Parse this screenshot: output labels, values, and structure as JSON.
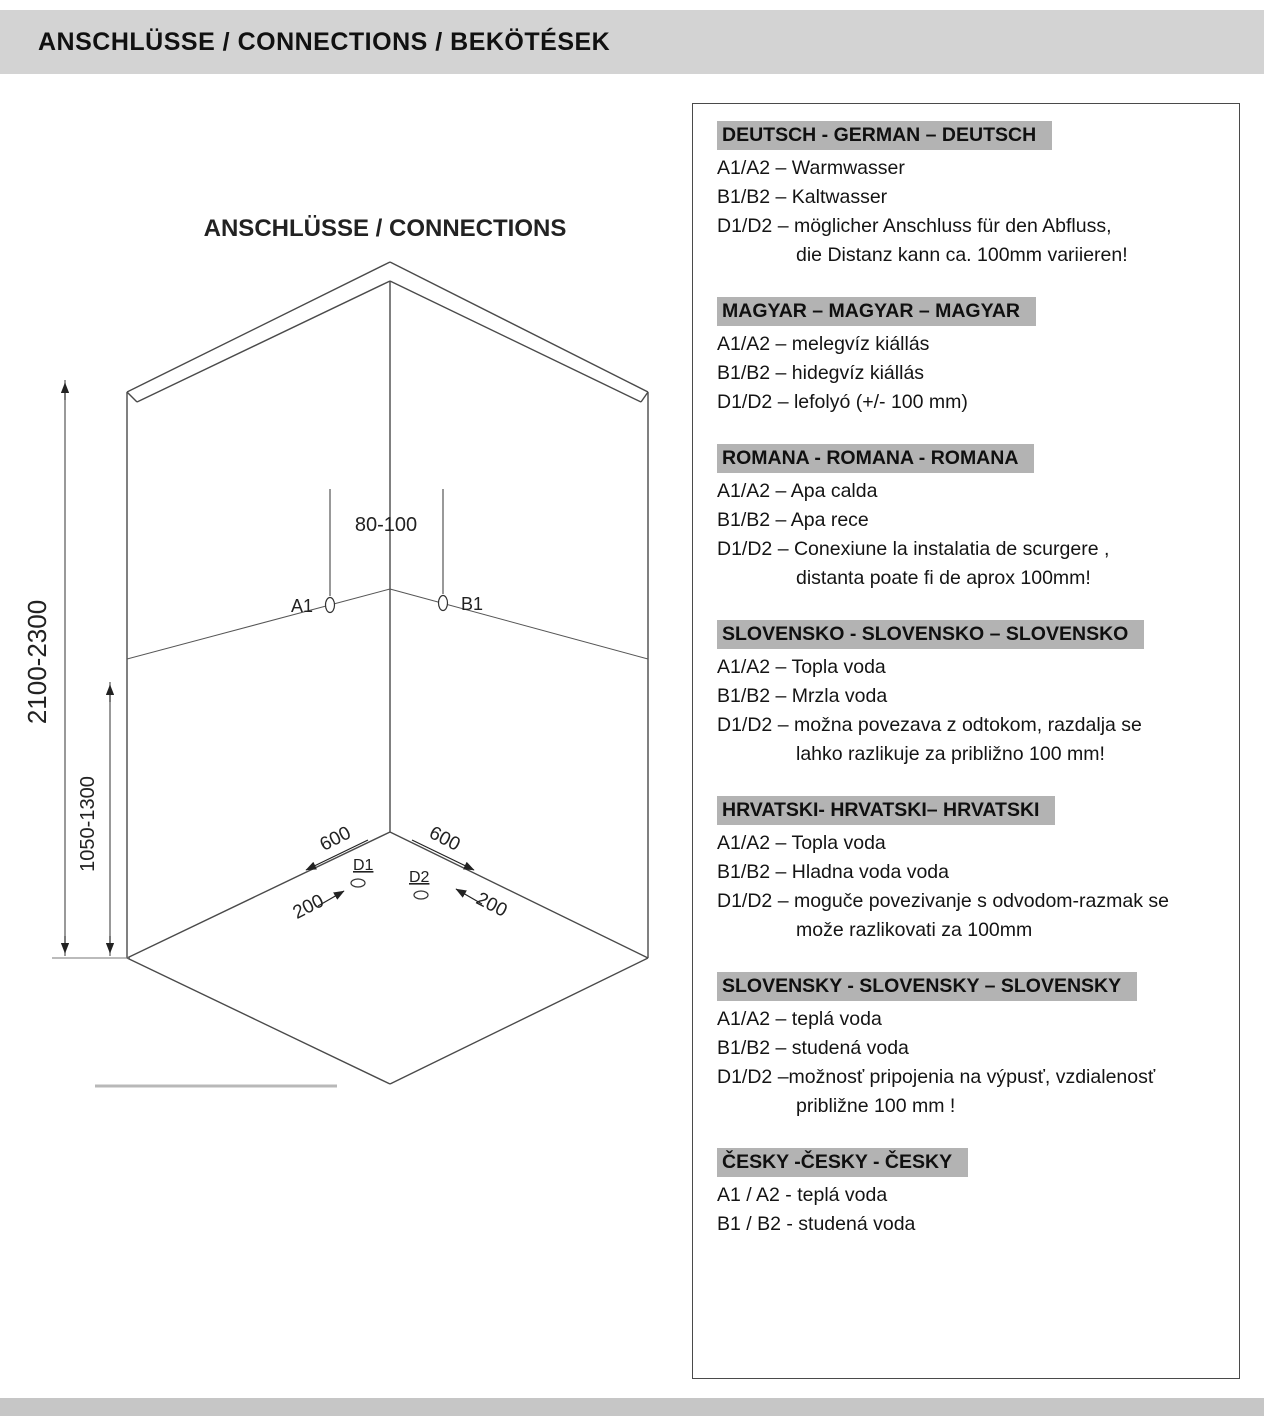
{
  "header": {
    "title": "ANSCHLÜSSE  /  CONNECTIONS / BEKÖTÉSEK"
  },
  "diagram": {
    "title": "ANSCHLÜSSE / CONNECTIONS",
    "labels": {
      "width_top": "80-100",
      "a1": "A1",
      "b1": "B1",
      "height_total": "2100-2300",
      "height_lower": "1050-1300",
      "left_600": "600",
      "right_600": "600",
      "d1": "D1",
      "d2": "D2",
      "left_200": "200",
      "right_200": "200"
    }
  },
  "legend": {
    "sections": [
      {
        "heading": "DEUTSCH - GERMAN – DEUTSCH",
        "lines": [
          "A1/A2 – Warmwasser",
          "B1/B2 – Kaltwasser",
          "D1/D2 – möglicher Anschluss für den Abfluss,",
          "die Distanz kann ca. 100mm variieren!"
        ]
      },
      {
        "heading": "MAGYAR – MAGYAR – MAGYAR",
        "lines": [
          "A1/A2 – melegvíz kiállás",
          "B1/B2 – hidegvíz kiállás",
          "D1/D2 – lefolyó (+/- 100 mm)"
        ]
      },
      {
        "heading": "ROMANA - ROMANA - ROMANA",
        "lines": [
          "A1/A2 – Apa calda",
          "B1/B2 – Apa rece",
          "D1/D2 – Conexiune la instalatia de scurgere ,",
          "distanta poate fi de aprox 100mm!"
        ]
      },
      {
        "heading": "SLOVENSKO - SLOVENSKO – SLOVENSKO",
        "lines": [
          "A1/A2 – Topla voda",
          "B1/B2 – Mrzla voda",
          "D1/D2 – možna povezava z odtokom, razdalja se",
          "lahko razlikuje za približno 100 mm!"
        ]
      },
      {
        "heading": "HRVATSKI- HRVATSKI– HRVATSKI",
        "lines": [
          "A1/A2 – Topla voda",
          "B1/B2 – Hladna voda voda",
          "D1/D2 – moguče povezivanje s odvodom-razmak se",
          "može razlikovati za 100mm"
        ]
      },
      {
        "heading": "SLOVENSKY - SLOVENSKY – SLOVENSKY",
        "lines": [
          "A1/A2 – teplá voda",
          "B1/B2 – studená voda",
          "D1/D2 –možnosť pripojenia na výpusť, vzdialenosť",
          "približne 100 mm !"
        ]
      },
      {
        "heading": "ČESKY -ČESKY - ČESKY",
        "lines": [
          "A1 / A2 - teplá voda",
          "B1 / B2 - studená voda"
        ]
      }
    ]
  }
}
